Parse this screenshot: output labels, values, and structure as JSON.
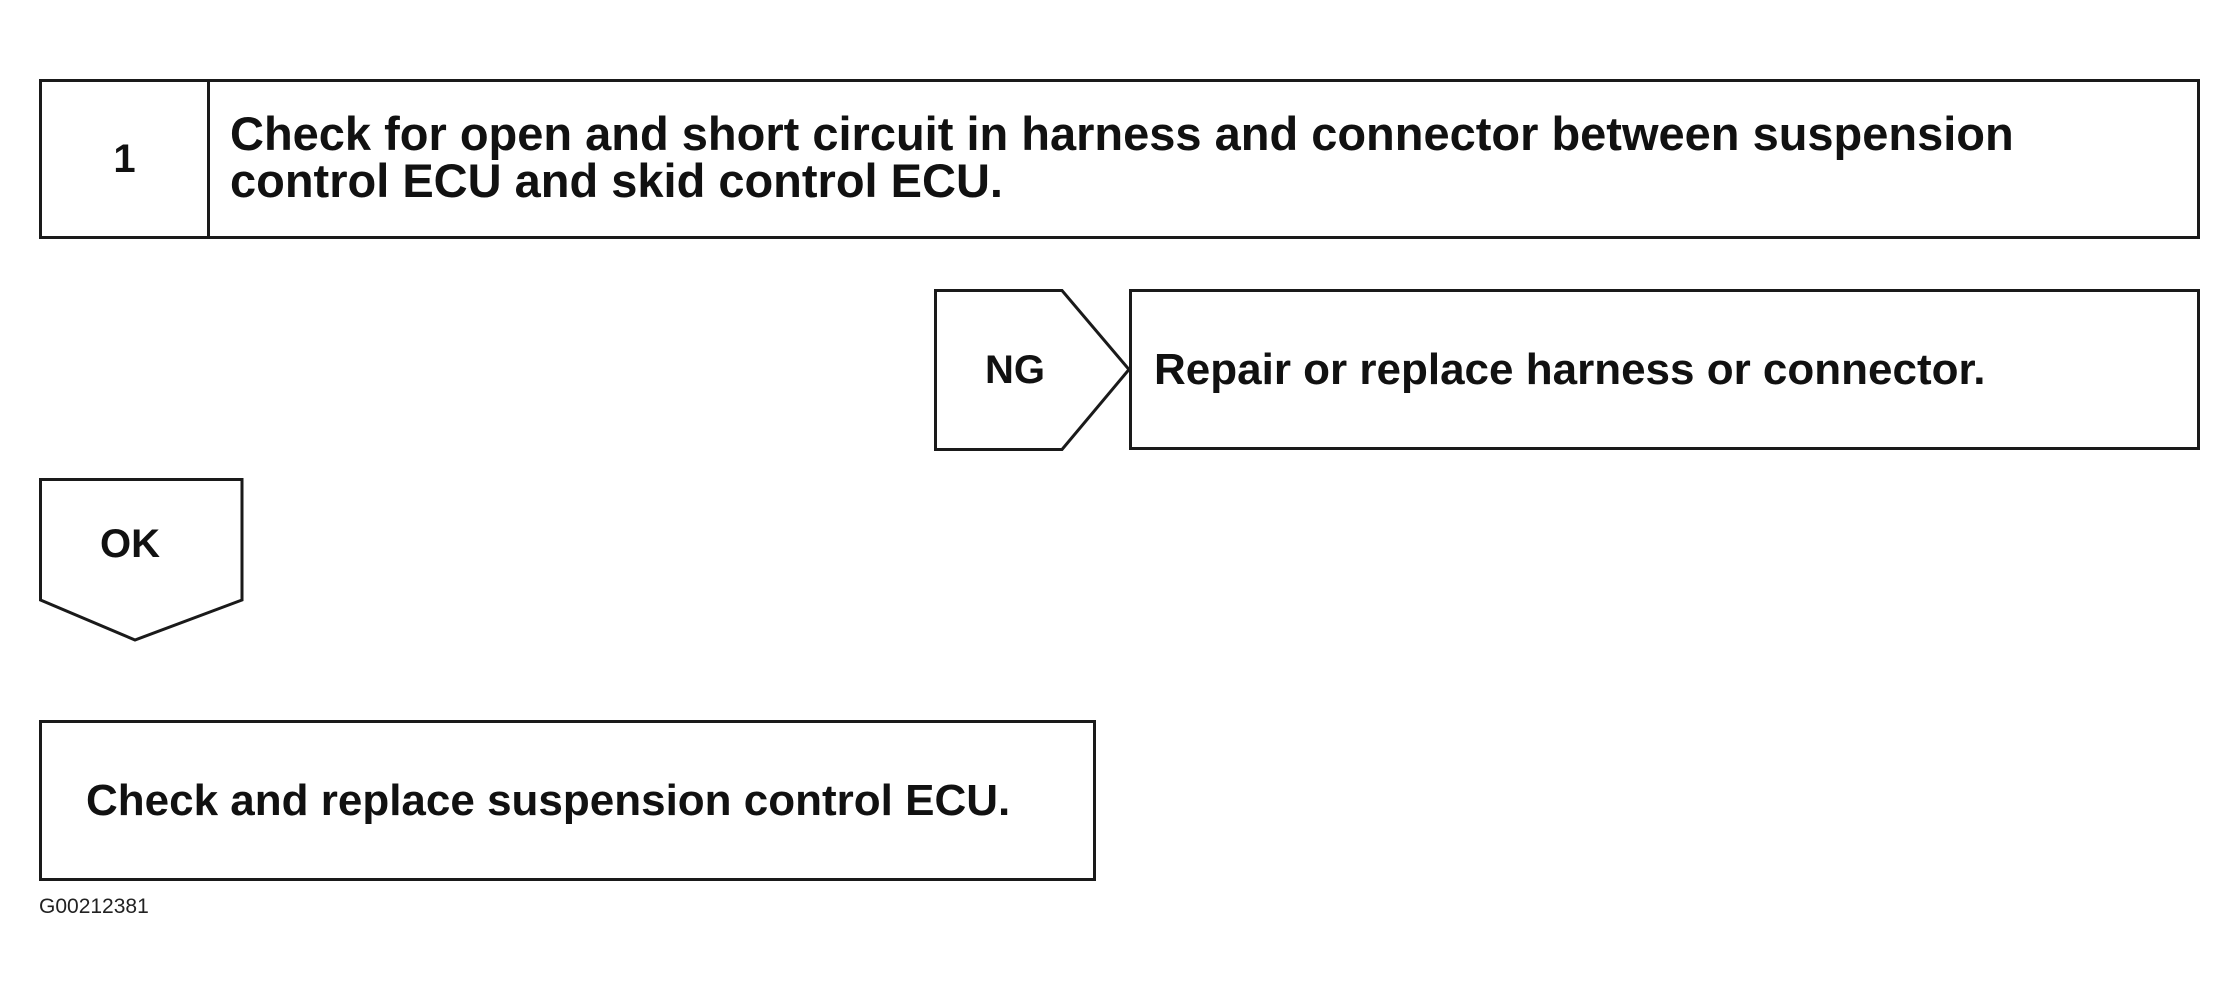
{
  "step": {
    "number": "1",
    "text": "Check for open and short circuit in harness and connector between suspension\ncontrol ECU and skid control ECU."
  },
  "ng_branch": {
    "label": "NG",
    "result": "Repair or replace harness or connector."
  },
  "ok_branch": {
    "label": "OK"
  },
  "final_action": {
    "text": "Check and replace suspension control ECU."
  },
  "figure_id": "G00212381",
  "colors": {
    "line": "#1a1a1a",
    "text": "#111111",
    "background": "#ffffff"
  }
}
